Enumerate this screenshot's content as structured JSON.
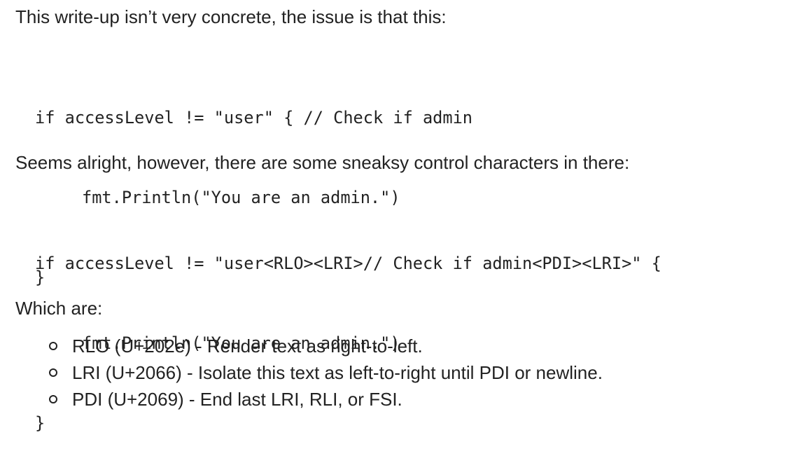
{
  "intro_text": "This write-up isn’t very concrete, the issue is that this:",
  "code_block_1": [
    "if accessLevel != \"user\" { // Check if admin",
    "fmt.Println(\"You are an admin.\")",
    "}"
  ],
  "middle_text": "Seems alright, however, there are some sneaksy control characters in there:",
  "code_block_2": [
    "if accessLevel != \"user<RLO><LRI>// Check if admin<PDI><LRI>\" {",
    "fmt.Println(\"You are an admin.\")",
    "}"
  ],
  "which_text": "Which are:",
  "bullets": [
    "RLO (U+202e) - Render text as right-to-left.",
    "LRI (U+2066) - Isolate this text as left-to-right until PDI or newline.",
    "PDI (U+2069) - End last LRI, RLI, or FSI."
  ]
}
